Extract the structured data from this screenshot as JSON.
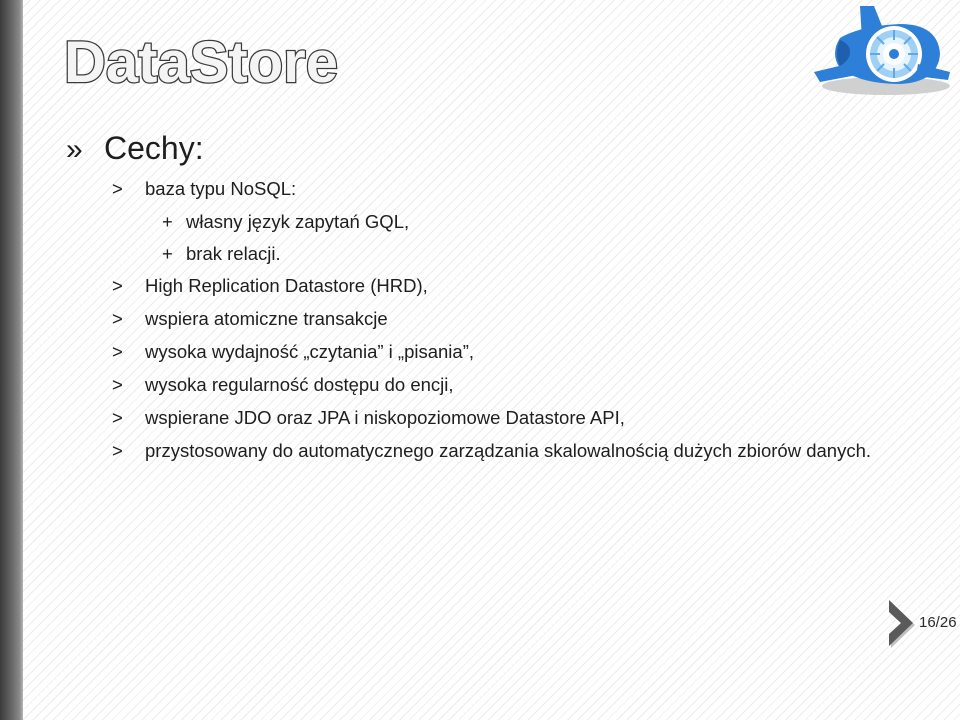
{
  "slide": {
    "title": "DataStore",
    "heading_bullet": "»",
    "heading": "Cechy:",
    "item_bullet": ">",
    "sub_bullet": "+",
    "items": [
      "baza typu NoSQL:",
      "High Replication Datastore (HRD),",
      "wspiera atomiczne transakcje",
      "wysoka wydajność „czytania” i „pisania”,",
      "wysoka regularność dostępu do encji,",
      "wspierane JDO oraz JPA i niskopoziomowe Datastore API,",
      "przystosowany do automatycznego zarządzania skalowalnością dużych zbiorów danych."
    ],
    "subitems": [
      "własny język zapytań GQL,",
      "brak relacji."
    ],
    "page_number": "16/26"
  },
  "colors": {
    "title_fill": "#f4f4f4",
    "title_outline": "#3a3a3a",
    "text": "#1e1e1e",
    "logo_blue": "#2d7fd8",
    "logo_light_blue": "#9fd0f5",
    "left_bar": "#555555"
  },
  "icons": {
    "logo": "app-engine-airplane-logo",
    "next": "chevron-right-icon"
  }
}
